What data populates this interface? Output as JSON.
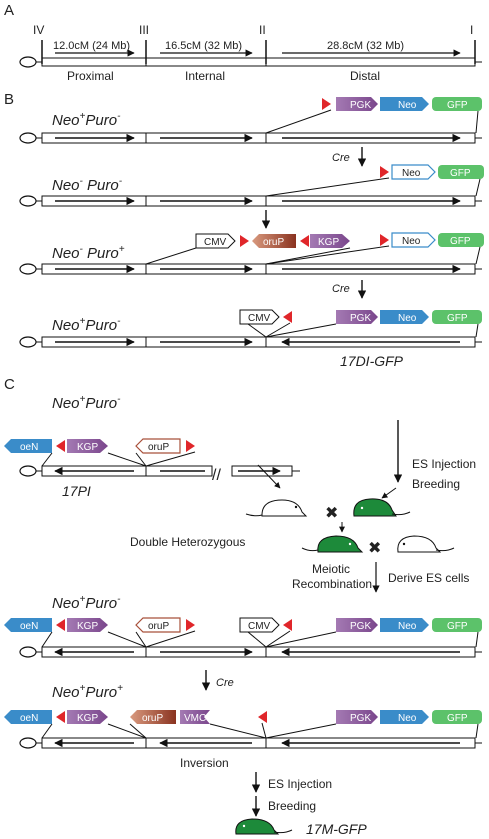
{
  "panels": {
    "a": "A",
    "b": "B",
    "c": "C"
  },
  "colors": {
    "pgk": "#8e5a9e",
    "kgp": "#8e5a9e",
    "vmc": "#8e5a9e",
    "neo": "#3a8cc9",
    "oen": "#3a8cc9",
    "gfp": "#5cc26a",
    "puro": "#a8503a",
    "loxp": "#e0262a",
    "mouse_green": "#1d8a3a"
  },
  "chromosome": {
    "bands": [
      "IV",
      "III",
      "II",
      "I"
    ],
    "distances": [
      "12.0cM (24 Mb)",
      "16.5cM (32 Mb)",
      "28.8cM (32 Mb)"
    ],
    "regions": [
      "Proximal",
      "Internal",
      "Distal"
    ]
  },
  "panel_b": {
    "row1_label": [
      "Neo",
      "+",
      "Puro",
      "-"
    ],
    "row2_label": [
      "Neo",
      "-",
      " Puro",
      "-"
    ],
    "row3_label": [
      "Neo",
      "-",
      " Puro",
      "+"
    ],
    "row4_label": [
      "Neo",
      "+",
      "Puro",
      "-"
    ],
    "cre": "Cre",
    "pgk": "PGK",
    "neo": "Neo",
    "gfp": "GFP",
    "cmv": "CMV",
    "puro_rev": "oruP",
    "kgp": "KGP",
    "allele_name": "17DI-GFP"
  },
  "panel_c": {
    "row1_label": [
      "Neo",
      "+",
      "Puro",
      "-"
    ],
    "oen": "oeN",
    "kgp": "KGP",
    "puro_rev": "oruP",
    "allele_name": "17PI",
    "break": "//",
    "es_injection": "ES Injection",
    "breeding": "Breeding",
    "double_het": "Double Heterozygous",
    "meiotic": "Meiotic",
    "recombination": "Recombination",
    "derive_es": "Derive ES cells",
    "row2_label": [
      "Neo",
      "+",
      "Puro",
      "-"
    ],
    "cmv": "CMV",
    "pgk": "PGK",
    "neo": "Neo",
    "gfp": "GFP",
    "row3_label": [
      "Neo",
      "+",
      "Puro",
      "+"
    ],
    "cre": "Cre",
    "vmc": "VMC",
    "inversion": "Inversion",
    "es_injection2": "ES Injection",
    "breeding2": "Breeding",
    "final_name": "17M-GFP"
  }
}
